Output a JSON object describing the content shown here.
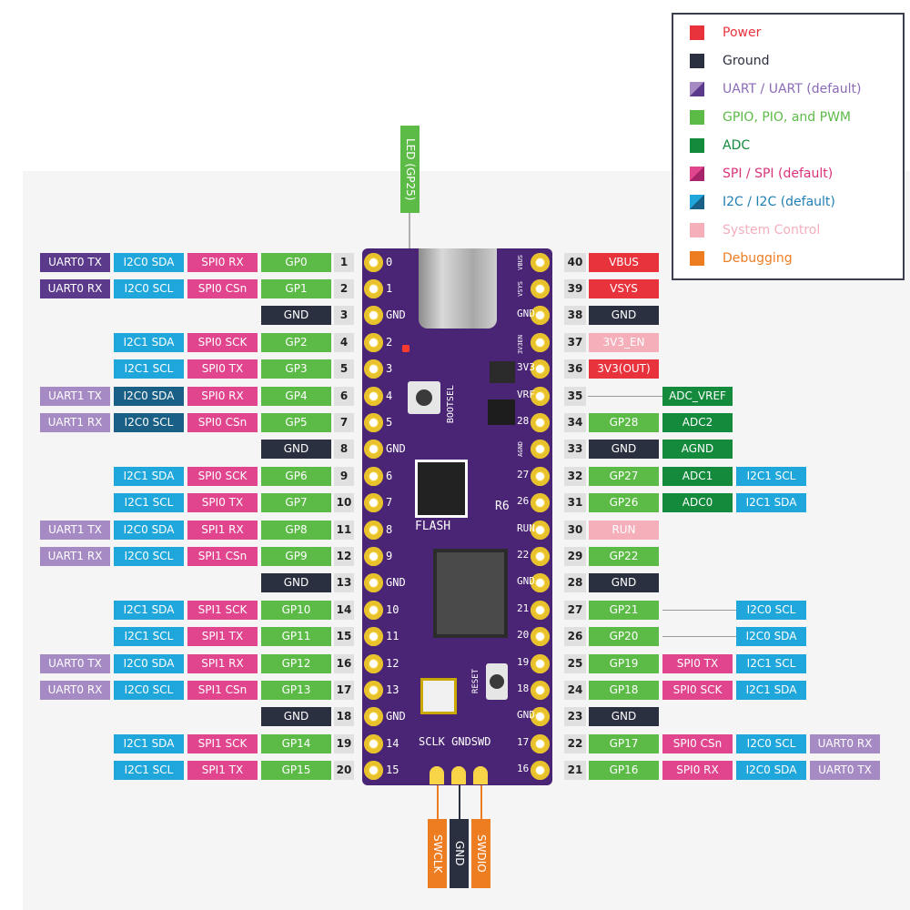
{
  "colors": {
    "power": "#e8323c",
    "ground": "#2b3040",
    "uart": "#5b3a8c",
    "uart_default": "#a58ac4",
    "gpio": "#5cbb46",
    "adc": "#138a3c",
    "spi": "#e0458e",
    "i2c": "#1fa7dc",
    "i2c_default": "#1a5f85",
    "system_control": "#f4afbb",
    "debugging": "#ee7d22",
    "pin_number_bg": "#e0e0e0",
    "board": "#4a2575"
  },
  "legend": [
    {
      "text": "Power",
      "color": "power",
      "text_color": "#e8323c"
    },
    {
      "text": "Ground",
      "color": "ground",
      "text_color": "#2b3040"
    },
    {
      "text": "UART / UART (default)",
      "color": "uart_split",
      "text_color": "#8a6bb5"
    },
    {
      "text": "GPIO, PIO, and PWM",
      "color": "gpio",
      "text_color": "#5cbb46"
    },
    {
      "text": "ADC",
      "color": "adc",
      "text_color": "#138a3c"
    },
    {
      "text": "SPI / SPI (default)",
      "color": "spi_split",
      "text_color": "#d9337a"
    },
    {
      "text": "I2C / I2C (default)",
      "color": "i2c_split",
      "text_color": "#1e7fb5"
    },
    {
      "text": "System Control",
      "color": "system_control",
      "text_color": "#f4afbb"
    },
    {
      "text": "Debugging",
      "color": "debugging",
      "text_color": "#ee7d22"
    }
  ],
  "led_label": "LED (GP25)",
  "left_pins": [
    {
      "num": "1",
      "labels": [
        {
          "t": "UART0 TX",
          "c": "uart"
        },
        {
          "t": "I2C0 SDA",
          "c": "i2c"
        },
        {
          "t": "SPI0 RX",
          "c": "spi"
        },
        {
          "t": "GP0",
          "c": "gpio"
        }
      ]
    },
    {
      "num": "2",
      "labels": [
        {
          "t": "UART0 RX",
          "c": "uart"
        },
        {
          "t": "I2C0 SCL",
          "c": "i2c"
        },
        {
          "t": "SPI0 CSn",
          "c": "spi"
        },
        {
          "t": "GP1",
          "c": "gpio"
        }
      ]
    },
    {
      "num": "3",
      "labels": [
        null,
        null,
        null,
        {
          "t": "GND",
          "c": "ground"
        }
      ]
    },
    {
      "num": "4",
      "labels": [
        null,
        {
          "t": "I2C1 SDA",
          "c": "i2c"
        },
        {
          "t": "SPI0 SCK",
          "c": "spi"
        },
        {
          "t": "GP2",
          "c": "gpio"
        }
      ]
    },
    {
      "num": "5",
      "labels": [
        null,
        {
          "t": "I2C1 SCL",
          "c": "i2c"
        },
        {
          "t": "SPI0 TX",
          "c": "spi"
        },
        {
          "t": "GP3",
          "c": "gpio"
        }
      ]
    },
    {
      "num": "6",
      "labels": [
        {
          "t": "UART1 TX",
          "c": "uart_default"
        },
        {
          "t": "I2C0 SDA",
          "c": "i2c_default"
        },
        {
          "t": "SPI0 RX",
          "c": "spi"
        },
        {
          "t": "GP4",
          "c": "gpio"
        }
      ]
    },
    {
      "num": "7",
      "labels": [
        {
          "t": "UART1 RX",
          "c": "uart_default"
        },
        {
          "t": "I2C0 SCL",
          "c": "i2c_default"
        },
        {
          "t": "SPI0 CSn",
          "c": "spi"
        },
        {
          "t": "GP5",
          "c": "gpio"
        }
      ]
    },
    {
      "num": "8",
      "labels": [
        null,
        null,
        null,
        {
          "t": "GND",
          "c": "ground"
        }
      ]
    },
    {
      "num": "9",
      "labels": [
        null,
        {
          "t": "I2C1 SDA",
          "c": "i2c"
        },
        {
          "t": "SPI0 SCK",
          "c": "spi"
        },
        {
          "t": "GP6",
          "c": "gpio"
        }
      ]
    },
    {
      "num": "10",
      "labels": [
        null,
        {
          "t": "I2C1 SCL",
          "c": "i2c"
        },
        {
          "t": "SPI0 TX",
          "c": "spi"
        },
        {
          "t": "GP7",
          "c": "gpio"
        }
      ]
    },
    {
      "num": "11",
      "labels": [
        {
          "t": "UART1 TX",
          "c": "uart_default"
        },
        {
          "t": "I2C0 SDA",
          "c": "i2c"
        },
        {
          "t": "SPI1 RX",
          "c": "spi"
        },
        {
          "t": "GP8",
          "c": "gpio"
        }
      ]
    },
    {
      "num": "12",
      "labels": [
        {
          "t": "UART1 RX",
          "c": "uart_default"
        },
        {
          "t": "I2C0 SCL",
          "c": "i2c"
        },
        {
          "t": "SPI1 CSn",
          "c": "spi"
        },
        {
          "t": "GP9",
          "c": "gpio"
        }
      ]
    },
    {
      "num": "13",
      "labels": [
        null,
        null,
        null,
        {
          "t": "GND",
          "c": "ground"
        }
      ]
    },
    {
      "num": "14",
      "labels": [
        null,
        {
          "t": "I2C1 SDA",
          "c": "i2c"
        },
        {
          "t": "SPI1 SCK",
          "c": "spi"
        },
        {
          "t": "GP10",
          "c": "gpio"
        }
      ]
    },
    {
      "num": "15",
      "labels": [
        null,
        {
          "t": "I2C1 SCL",
          "c": "i2c"
        },
        {
          "t": "SPI1 TX",
          "c": "spi"
        },
        {
          "t": "GP11",
          "c": "gpio"
        }
      ]
    },
    {
      "num": "16",
      "labels": [
        {
          "t": "UART0 TX",
          "c": "uart_default"
        },
        {
          "t": "I2C0 SDA",
          "c": "i2c"
        },
        {
          "t": "SPI1 RX",
          "c": "spi"
        },
        {
          "t": "GP12",
          "c": "gpio"
        }
      ]
    },
    {
      "num": "17",
      "labels": [
        {
          "t": "UART0 RX",
          "c": "uart_default"
        },
        {
          "t": "I2C0 SCL",
          "c": "i2c"
        },
        {
          "t": "SPI1 CSn",
          "c": "spi"
        },
        {
          "t": "GP13",
          "c": "gpio"
        }
      ]
    },
    {
      "num": "18",
      "labels": [
        null,
        null,
        null,
        {
          "t": "GND",
          "c": "ground"
        }
      ]
    },
    {
      "num": "19",
      "labels": [
        null,
        {
          "t": "I2C1 SDA",
          "c": "i2c"
        },
        {
          "t": "SPI1 SCK",
          "c": "spi"
        },
        {
          "t": "GP14",
          "c": "gpio"
        }
      ]
    },
    {
      "num": "20",
      "labels": [
        null,
        {
          "t": "I2C1 SCL",
          "c": "i2c"
        },
        {
          "t": "SPI1 TX",
          "c": "spi"
        },
        {
          "t": "GP15",
          "c": "gpio"
        }
      ]
    }
  ],
  "right_pins": [
    {
      "num": "40",
      "labels": [
        {
          "t": "VBUS",
          "c": "power"
        },
        null,
        null,
        null
      ]
    },
    {
      "num": "39",
      "labels": [
        {
          "t": "VSYS",
          "c": "power"
        },
        null,
        null,
        null
      ]
    },
    {
      "num": "38",
      "labels": [
        {
          "t": "GND",
          "c": "ground"
        },
        null,
        null,
        null
      ]
    },
    {
      "num": "37",
      "labels": [
        {
          "t": "3V3_EN",
          "c": "system_control"
        },
        null,
        null,
        null
      ]
    },
    {
      "num": "36",
      "labels": [
        {
          "t": "3V3(OUT)",
          "c": "power"
        },
        null,
        null,
        null
      ]
    },
    {
      "num": "35",
      "labels": [
        null,
        {
          "t": "ADC_VREF",
          "c": "adc"
        },
        null,
        null
      ]
    },
    {
      "num": "34",
      "labels": [
        {
          "t": "GP28",
          "c": "gpio"
        },
        {
          "t": "ADC2",
          "c": "adc"
        },
        null,
        null
      ]
    },
    {
      "num": "33",
      "labels": [
        {
          "t": "GND",
          "c": "ground"
        },
        {
          "t": "AGND",
          "c": "adc"
        },
        null,
        null
      ]
    },
    {
      "num": "32",
      "labels": [
        {
          "t": "GP27",
          "c": "gpio"
        },
        {
          "t": "ADC1",
          "c": "adc"
        },
        {
          "t": "I2C1 SCL",
          "c": "i2c"
        },
        null
      ]
    },
    {
      "num": "31",
      "labels": [
        {
          "t": "GP26",
          "c": "gpio"
        },
        {
          "t": "ADC0",
          "c": "adc"
        },
        {
          "t": "I2C1 SDA",
          "c": "i2c"
        },
        null
      ]
    },
    {
      "num": "30",
      "labels": [
        {
          "t": "RUN",
          "c": "system_control"
        },
        null,
        null,
        null
      ]
    },
    {
      "num": "29",
      "labels": [
        {
          "t": "GP22",
          "c": "gpio"
        },
        null,
        null,
        null
      ]
    },
    {
      "num": "28",
      "labels": [
        {
          "t": "GND",
          "c": "ground"
        },
        null,
        null,
        null
      ]
    },
    {
      "num": "27",
      "labels": [
        {
          "t": "GP21",
          "c": "gpio"
        },
        null,
        {
          "t": "I2C0 SCL",
          "c": "i2c"
        },
        null
      ]
    },
    {
      "num": "26",
      "labels": [
        {
          "t": "GP20",
          "c": "gpio"
        },
        null,
        {
          "t": "I2C0 SDA",
          "c": "i2c"
        },
        null
      ]
    },
    {
      "num": "25",
      "labels": [
        {
          "t": "GP19",
          "c": "gpio"
        },
        {
          "t": "SPI0 TX",
          "c": "spi"
        },
        {
          "t": "I2C1 SCL",
          "c": "i2c"
        },
        null
      ]
    },
    {
      "num": "24",
      "labels": [
        {
          "t": "GP18",
          "c": "gpio"
        },
        {
          "t": "SPI0 SCK",
          "c": "spi"
        },
        {
          "t": "I2C1 SDA",
          "c": "i2c"
        },
        null
      ]
    },
    {
      "num": "23",
      "labels": [
        {
          "t": "GND",
          "c": "ground"
        },
        null,
        null,
        null
      ]
    },
    {
      "num": "22",
      "labels": [
        {
          "t": "GP17",
          "c": "gpio"
        },
        {
          "t": "SPI0 CSn",
          "c": "spi"
        },
        {
          "t": "I2C0 SCL",
          "c": "i2c"
        },
        {
          "t": "UART0 RX",
          "c": "uart_default"
        }
      ]
    },
    {
      "num": "21",
      "labels": [
        {
          "t": "GP16",
          "c": "gpio"
        },
        {
          "t": "SPI0 RX",
          "c": "spi"
        },
        {
          "t": "I2C0 SDA",
          "c": "i2c"
        },
        {
          "t": "UART0 TX",
          "c": "uart_default"
        }
      ]
    }
  ],
  "debug_pins": [
    {
      "t": "SWCLK",
      "c": "debugging"
    },
    {
      "t": "GND",
      "c": "ground"
    },
    {
      "t": "SWDIO",
      "c": "debugging"
    }
  ],
  "board": {
    "left_silk": [
      "0",
      "1",
      "GND",
      "2",
      "3",
      "4",
      "5",
      "GND",
      "6",
      "7",
      "8",
      "9",
      "GND",
      "10",
      "11",
      "12",
      "13",
      "GND",
      "14",
      "15"
    ],
    "right_silk": [
      "VBUS",
      "VSYS",
      "GND",
      "3V3EN",
      "3V3",
      "VRF",
      "28",
      "AGND",
      "27",
      "26",
      "RUN",
      "22",
      "GND",
      "21",
      "20",
      "19",
      "18",
      "GND",
      "17",
      "16"
    ],
    "bootsel": "BOOTSEL",
    "flash": "FLASH",
    "reset": "RESET",
    "r6": "R6",
    "debug_silk": "SCLK GNDSWD"
  }
}
